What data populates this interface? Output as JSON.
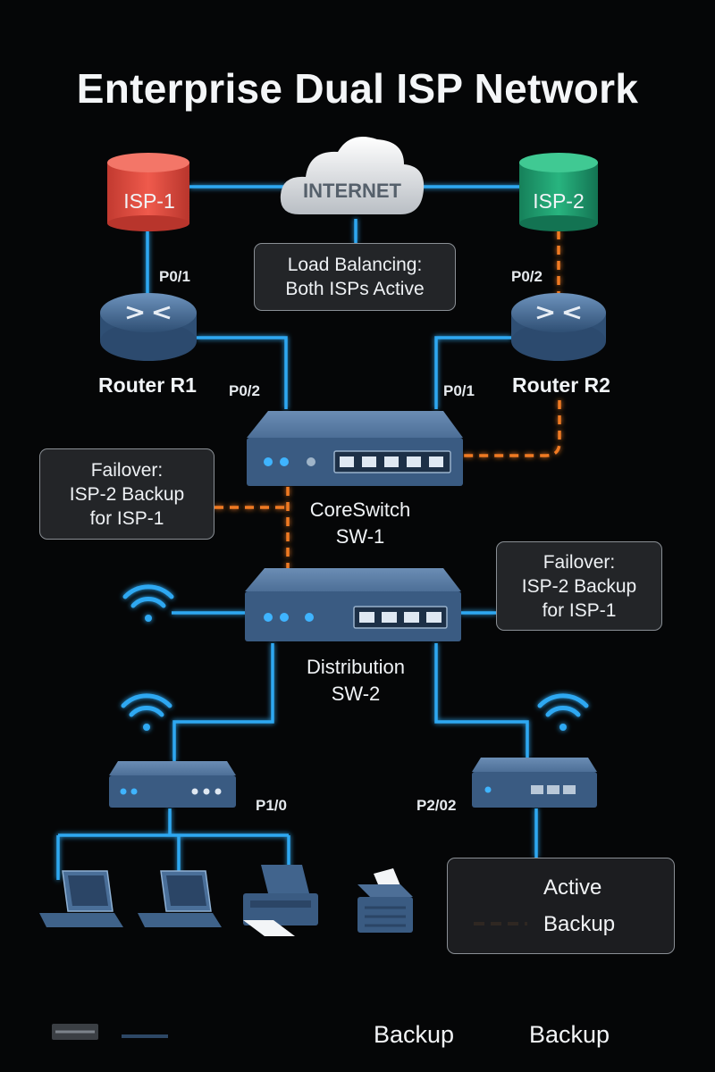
{
  "title": "Enterprise Dual ISP Network",
  "nodes": {
    "isp1": "ISP-1",
    "isp2": "ISP-2",
    "internet": "INTERNET",
    "router1": "Router R1",
    "router2": "Router R2",
    "core_line1": "CoreSwitch",
    "core_line2": "SW-1",
    "dist_line1": "Distribution",
    "dist_line2": "SW-2"
  },
  "ports": {
    "r1_up": "P0/1",
    "r2_up": "P0/2",
    "r1_down": "P0/2",
    "r2_down": "P0/1",
    "left_access": "P1/0",
    "right_access": "P2/02"
  },
  "notes": {
    "load_balancing_1": "Load Balancing:",
    "load_balancing_2": "Both ISPs Active",
    "failover_left_1": "Failover:",
    "failover_left_2": "ISP-2 Backup",
    "failover_left_3": "for ISP-1",
    "failover_right_1": "Failover:",
    "failover_right_2": "ISP-2 Backup",
    "failover_right_3": "for ISP-1"
  },
  "legend": {
    "active": "Active",
    "backup": "Backup"
  },
  "bottom_legend": {
    "label_1": "Backup",
    "label_2": "Backup"
  },
  "colors": {
    "active": "#2fa8f2",
    "backup": "#f07a22",
    "isp1": "#e0493d",
    "isp2": "#1f9e6c",
    "device": "#3d5f86"
  }
}
